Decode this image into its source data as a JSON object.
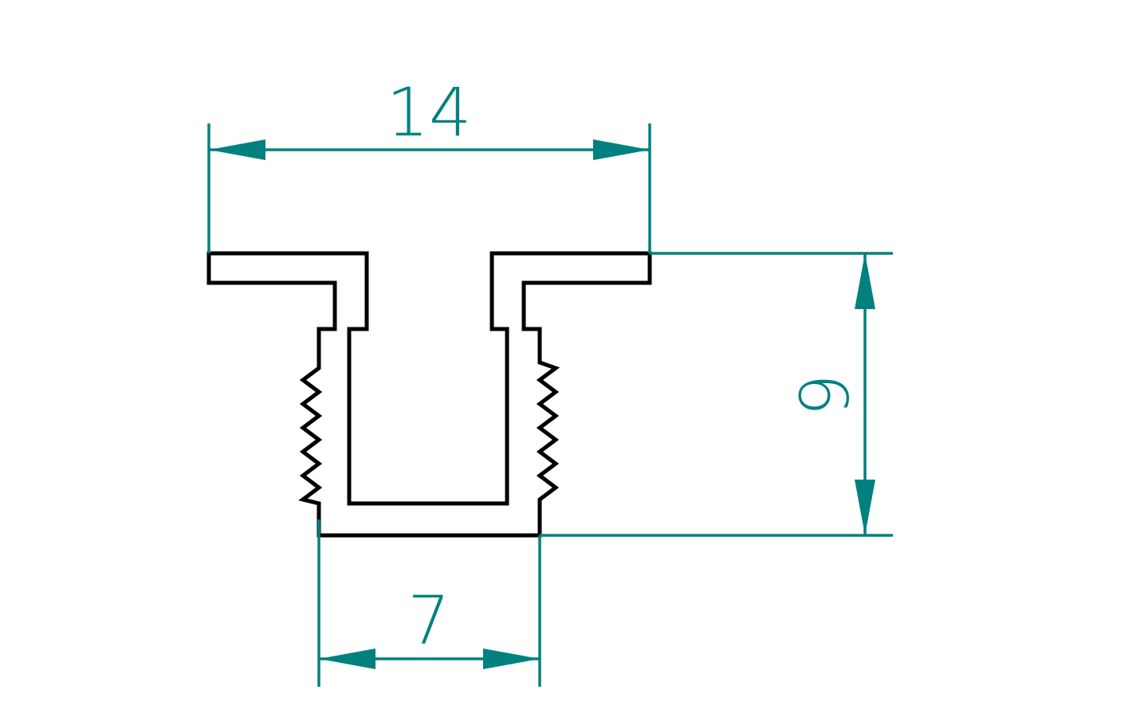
{
  "drawing": {
    "colors": {
      "profile_outline": "#000000",
      "dimension": "#00817f",
      "background": "#ffffff"
    },
    "dimensions": {
      "top_width": {
        "value": "14"
      },
      "bottom_width": {
        "value": "7"
      },
      "height": {
        "value": "9"
      }
    }
  }
}
